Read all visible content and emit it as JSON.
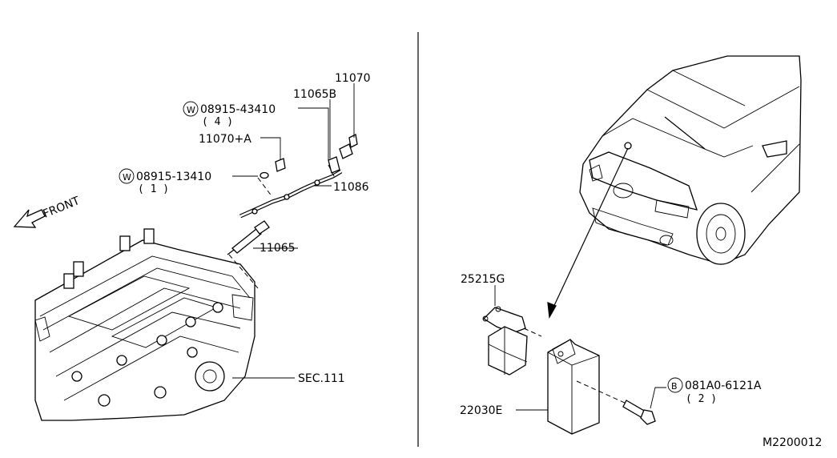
{
  "diagram_id": "M2200012",
  "direction_label": "FRONT",
  "left_labels": {
    "p11070": "11070",
    "p11065b": "11065B",
    "bolt_w1": "08915-43410",
    "bolt_w1_qty": "( 4 )",
    "p11070a": "11070+A",
    "bolt_w2": "08915-13410",
    "bolt_w2_qty": "( 1 )",
    "p11086": "11086",
    "p11065": "11065",
    "sec111": "SEC.111"
  },
  "right_labels": {
    "p25215g": "25215G",
    "p22030e": "22030E",
    "bolt_b": "081A0-6121A",
    "bolt_b_qty": "( 2 )"
  },
  "symbols": {
    "washer": "W",
    "bolt": "B"
  }
}
